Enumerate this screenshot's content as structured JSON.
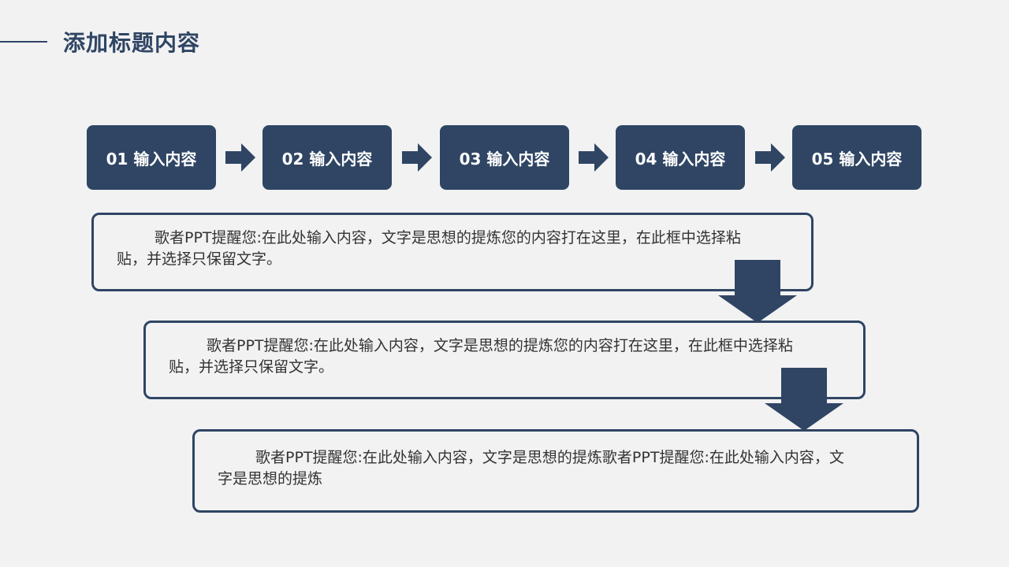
{
  "page": {
    "title": "添加标题内容"
  },
  "colors": {
    "primary": "#2f4563",
    "background": "#f2f2f3",
    "text": "#333333"
  },
  "steps": [
    {
      "label": "01 输入内容"
    },
    {
      "label": "02 输入内容"
    },
    {
      "label": "03 输入内容"
    },
    {
      "label": "04 输入内容"
    },
    {
      "label": "05 输入内容"
    }
  ],
  "text_boxes": [
    {
      "text": "歌者PPT提醒您:在此处输入内容，文字是思想的提炼您的内容打在这里，在此框中选择粘贴，并选择只保留文字。"
    },
    {
      "text": "歌者PPT提醒您:在此处输入内容，文字是思想的提炼您的内容打在这里，在此框中选择粘贴，并选择只保留文字。"
    },
    {
      "text": "歌者PPT提醒您:在此处输入内容，文字是思想的提炼歌者PPT提醒您:在此处输入内容，文字是思想的提炼"
    }
  ],
  "icons": {
    "step_arrow": "arrow-right-icon",
    "box_connector": "arrow-down-icon"
  }
}
